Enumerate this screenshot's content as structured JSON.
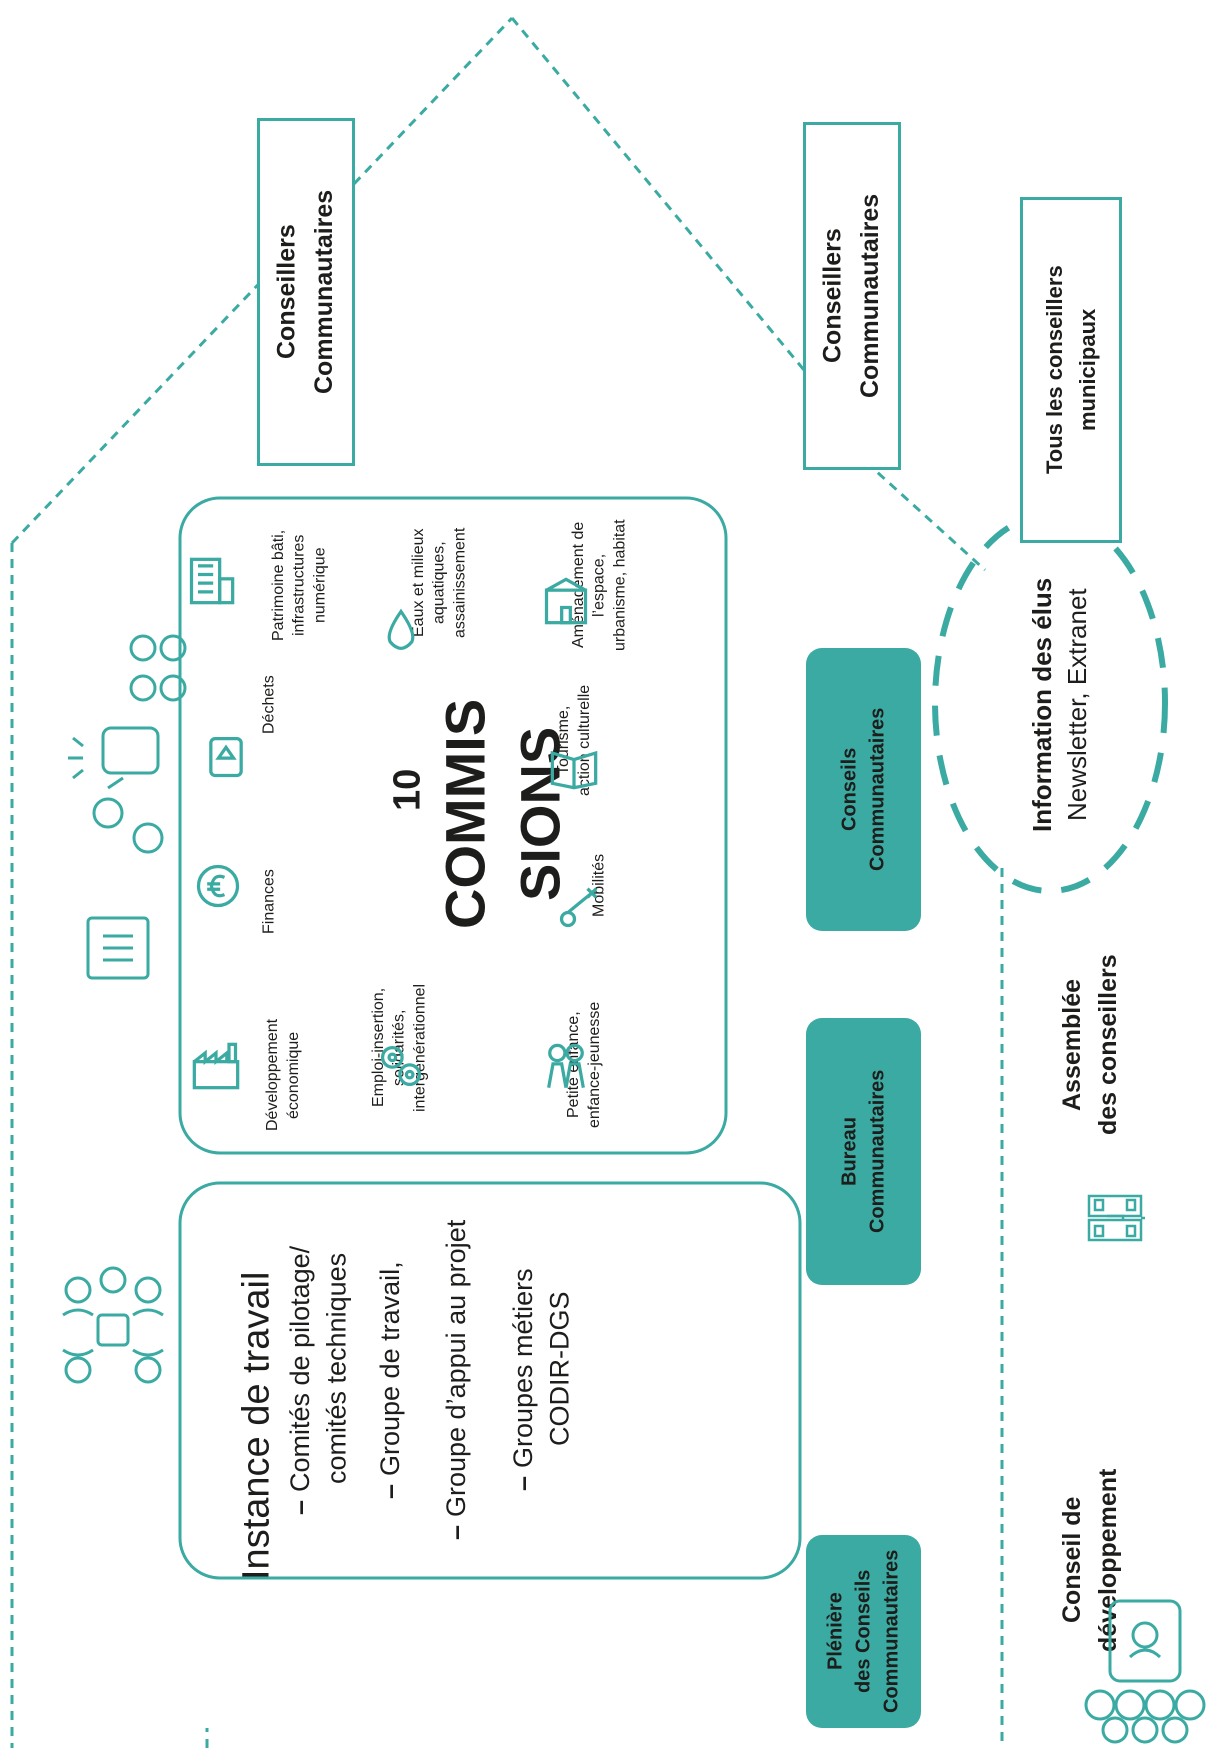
{
  "colors": {
    "teal": "#3aaaa2",
    "text": "#1d1d1b",
    "white": "#ffffff"
  },
  "boxes": {
    "conseillers_left": "Conseillers\nCommunautaires",
    "conseillers_right": "Conseillers\nCommunautaires",
    "tous_conseillers": "Tous les conseillers\nmunicipaux",
    "pleniere": "Plénière\ndes Conseils\nCommunautaires",
    "bureau": "Bureau\nCommunautaires",
    "conseils": "Conseils\nCommunautaires"
  },
  "instance": {
    "title": "Instance de travail",
    "items": [
      {
        "dash": "–",
        "text": "Comités de pilotage/\ncomités techniques"
      },
      {
        "dash": "–",
        "text": "Groupe de travail,"
      },
      {
        "dash": "–",
        "text": "Groupe d’appui au projet"
      },
      {
        "dash": "–",
        "text": "Groupes métiers\nCODIR-DGS"
      }
    ]
  },
  "commissions": {
    "number": "10",
    "line1": "COMMIS",
    "line2": "SIONS",
    "items": [
      {
        "label": "Développement\néconomique",
        "icon": "factory-icon"
      },
      {
        "label": "Finances",
        "icon": "euro-coin-icon"
      },
      {
        "label": "Déchets",
        "icon": "recycling-bin-icon"
      },
      {
        "label": "Patrimoine bâti,\ninfrastructures\nnumérique",
        "icon": "buildings-icon"
      },
      {
        "label": "Emploi-insertion,\nsolidarités,\nintergénérationnel",
        "icon": "gears-people-icon"
      },
      {
        "label": "Eaux et milieux\naquatiques,\nassainissement",
        "icon": "water-drop-icon"
      },
      {
        "label": "Petite enfance,\nenfance-jeunesse",
        "icon": "children-icon"
      },
      {
        "label": "Mobilités",
        "icon": "route-pin-icon"
      },
      {
        "label": "Tourisme,\naction culturelle",
        "icon": "open-book-icon"
      },
      {
        "label": "Aménagement de\nl’espace,\nurbanisme, habitat",
        "icon": "town-hall-icon"
      }
    ]
  },
  "information": {
    "title": "Information des élus",
    "sub": "Newsletter, Extranet"
  },
  "assemblee": {
    "label": "Assemblée\ndes conseillers",
    "icon": "school-building-icon"
  },
  "conseil_dev": {
    "label": "Conseil de\ndéveloppement",
    "icon": "group-crowd-icon"
  }
}
